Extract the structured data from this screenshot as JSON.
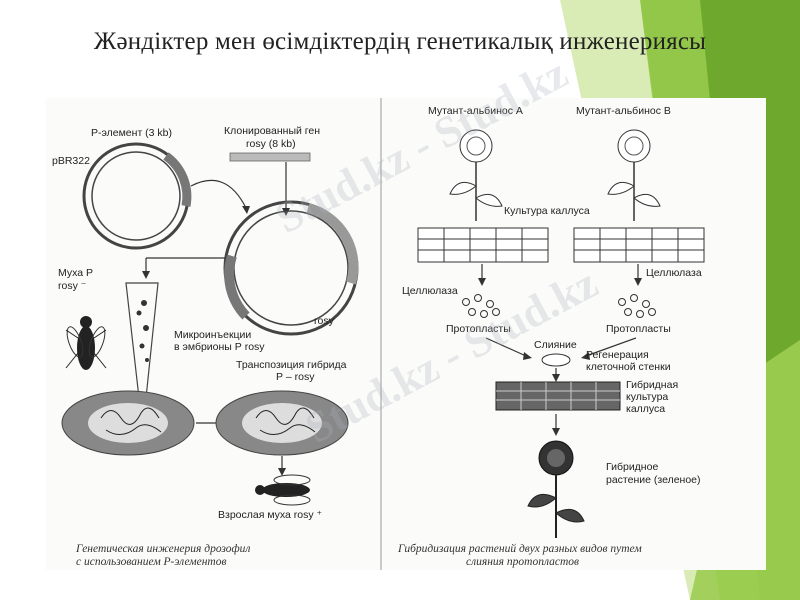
{
  "slide": {
    "title": "Жәндіктер мен өсімдіктердің генетикалық инженериясы",
    "accent_color": "#8cc43f",
    "accent_dark": "#6aa52a"
  },
  "left_panel": {
    "p_element": "Р-элемент (3 kb)",
    "pbr322": "pBR322",
    "cloned_gene_line1": "Клонированный ген",
    "cloned_gene_line2": "rosy (8 kb)",
    "fly_line1": "Муха Р",
    "fly_line2": "rosy ⁻",
    "microinjection_line1": "Микроинъекции",
    "microinjection_line2": "в эмбрионы Р   rosy",
    "rosy": "rosy",
    "transposition_line1": "Транспозиция гибрида",
    "transposition_line2": "Р – rosy",
    "adult_fly": "Взрослая муха rosy ⁺",
    "caption_line1": "Генетическая инженерия дрозофил",
    "caption_line2": "с использованием Р-элементов"
  },
  "right_panel": {
    "mutant_a": "Мутант-альбинос А",
    "mutant_b": "Мутант-альбинос В",
    "callus_culture": "Культура каллуса",
    "cellulase_left": "Целлюлаза",
    "cellulase_right": "Целлюлаза",
    "protoplasts_left": "Протопласты",
    "protoplasts_right": "Протопласты",
    "fusion": "Слияние",
    "regeneration_line1": "Регенерация",
    "regeneration_line2": "клеточной стенки",
    "hybrid_callus_line1": "Гибридная",
    "hybrid_callus_line2": "культура",
    "hybrid_callus_line3": "каллуса",
    "hybrid_plant_line1": "Гибридное",
    "hybrid_plant_line2": "растение (зеленое)",
    "caption_line1": "Гибридизация растений двух разных видов путем",
    "caption_line2": "слияния протопластов"
  },
  "watermark": {
    "text": "Stud.kz - Stud.kz"
  }
}
